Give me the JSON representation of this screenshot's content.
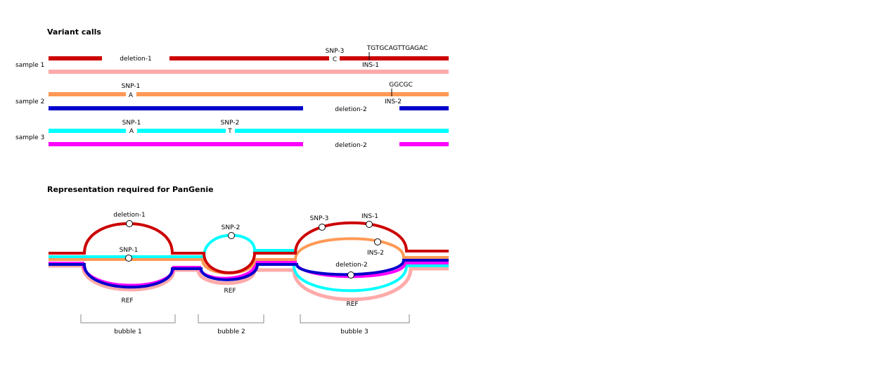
{
  "section1_title": "Variant calls",
  "section2_title": "Representation required for PanGenie",
  "samples": [
    "sample 1",
    "sample 2",
    "sample 3"
  ],
  "colors": {
    "s1_h1": "#cc0000",
    "s1_h2": "#ffaaaa",
    "s2_h1": "#ff9955",
    "s2_h2": "#0000cc",
    "s3_h1": "#00ffff",
    "s3_h2": "#ff00ff",
    "bracket": "#888888"
  },
  "haplotype_labels": {
    "deletion_1": "deletion-1",
    "snp_3": "SNP-3",
    "snp_3_allele": "C",
    "ins_1_seq": "TGTGCAGTTGAGAC",
    "ins_1": "INS-1",
    "snp_1_s2": "SNP-1",
    "snp_1_s2_allele": "A",
    "ins_2_seq": "GGCGC",
    "ins_2": "INS-2",
    "deletion_2_s2": "deletion-2",
    "snp_1_s3": "SNP-1",
    "snp_1_s3_allele": "A",
    "snp_2": "SNP-2",
    "snp_2_allele": "T",
    "deletion_2_s3": "deletion-2"
  },
  "graph_labels": {
    "b1_deletion_1": "deletion-1",
    "b1_snp_1": "SNP-1",
    "b1_ref": "REF",
    "b2_snp_2": "SNP-2",
    "b2_ref": "REF",
    "b3_snp_3": "SNP-3",
    "b3_ins_1": "INS-1",
    "b3_ins_2": "INS-2",
    "b3_deletion_2": "deletion-2",
    "b3_ref": "REF"
  },
  "bubbles": [
    "bubble 1",
    "bubble 2",
    "bubble 3"
  ]
}
